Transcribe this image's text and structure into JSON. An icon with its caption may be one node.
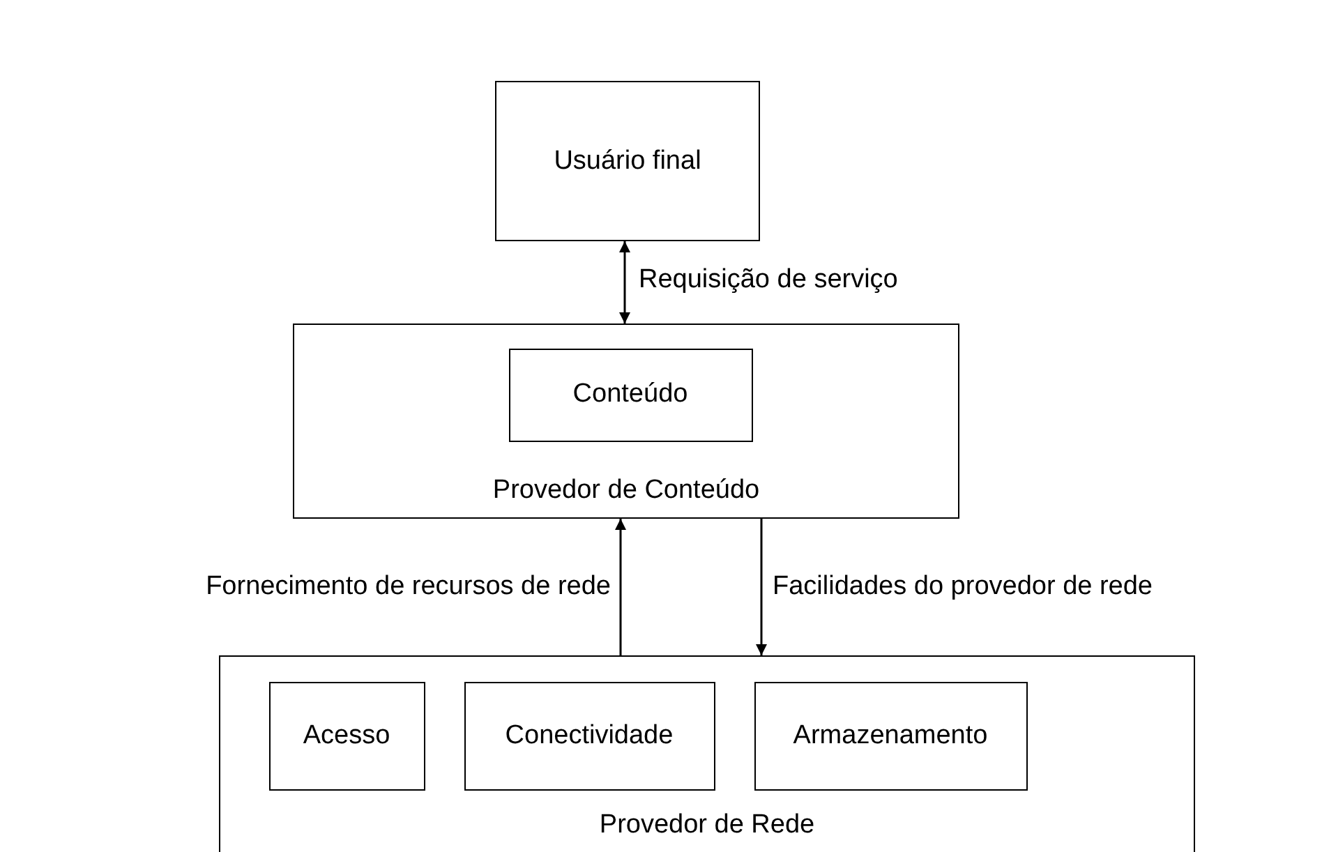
{
  "diagram": {
    "nodes": [
      {
        "text": [
          "Usuário final"
        ]
      },
      {
        "text": [
          "Provedor de Conteúdo"
        ]
      },
      {
        "text": [
          "Conteúdo"
        ],
        "in": 1
      },
      {
        "text": [
          "Provedor de Rede"
        ]
      },
      {
        "text": [
          "Acesso"
        ],
        "in": 3
      },
      {
        "text": [
          "Conectividade"
        ],
        "in": 3
      },
      {
        "text": [
          "Armazenamento"
        ],
        "in": 3
      }
    ],
    "edges": [
      {
        "from": 0,
        "to": 1,
        "arrow": "both",
        "label": "Requisição de serviço"
      },
      {
        "from": 3,
        "to": 1,
        "arrow": "to",
        "label": "Fornecimento de recursos de rede"
      },
      {
        "from": 1,
        "to": 3,
        "arrow": "to",
        "label": "Facilidades do provedor de rede"
      }
    ]
  }
}
